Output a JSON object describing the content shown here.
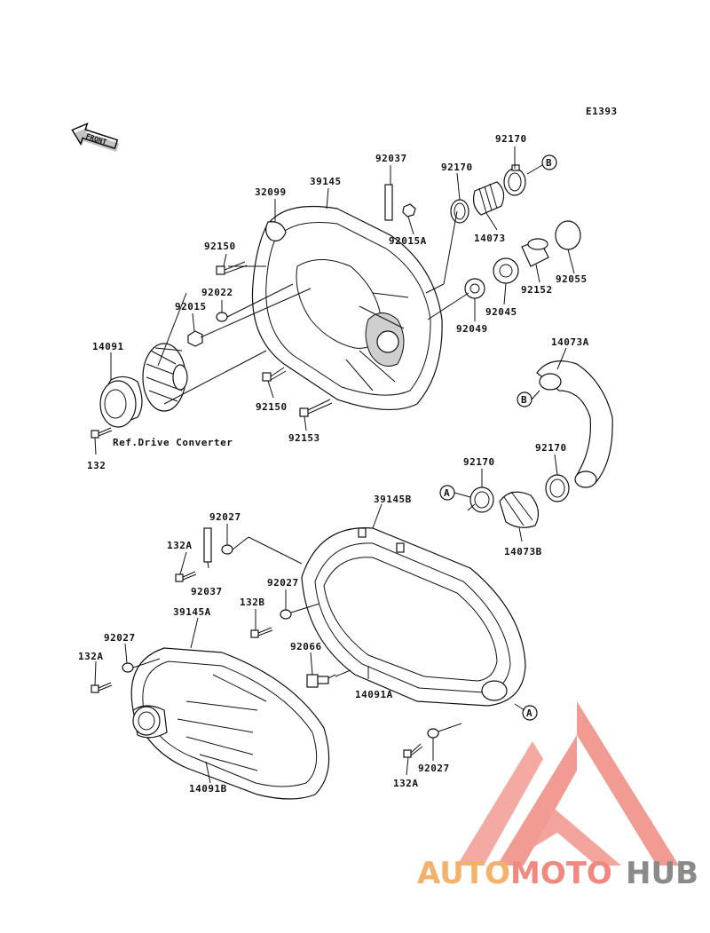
{
  "diagram": {
    "code": "E1393",
    "front_label": "FRONT",
    "ref_note": "Ref.Drive Converter",
    "labels": {
      "l_92037_top": "92037",
      "l_32099": "32099",
      "l_39145": "39145",
      "l_92170_a": "92170",
      "l_92170_b": "92170",
      "l_92015A": "92015A",
      "l_14073": "14073",
      "l_92055": "92055",
      "l_92150_a": "92150",
      "l_92022": "92022",
      "l_92015": "92015",
      "l_92152": "92152",
      "l_92045": "92045",
      "l_92049": "92049",
      "l_14091": "14091",
      "l_14073A": "14073A",
      "l_92150_b": "92150",
      "l_92153": "92153",
      "l_132": "132",
      "l_92170_c": "92170",
      "l_92170_d": "92170",
      "l_39145B": "39145B",
      "l_14073B": "14073B",
      "l_92027_a": "92027",
      "l_132A_a": "132A",
      "l_92037_b": "92037",
      "l_92027_b": "92027",
      "l_132B": "132B",
      "l_39145A": "39145A",
      "l_92027_c": "92027",
      "l_132A_b": "132A",
      "l_92066": "92066",
      "l_14091A": "14091A",
      "l_92027_d": "92027",
      "l_132A_c": "132A",
      "l_14091B": "14091B"
    },
    "callouts": {
      "b_top": "B",
      "b_left": "B",
      "a_left": "A",
      "a_bottom": "A"
    }
  },
  "watermark": {
    "part1": "AUTO",
    "part2": "MOTO",
    "part3": "HUB",
    "color1": "#f2b26b",
    "color2": "#f08a80",
    "color3": "#8a8a8a",
    "logo_color": "#f08a80"
  }
}
